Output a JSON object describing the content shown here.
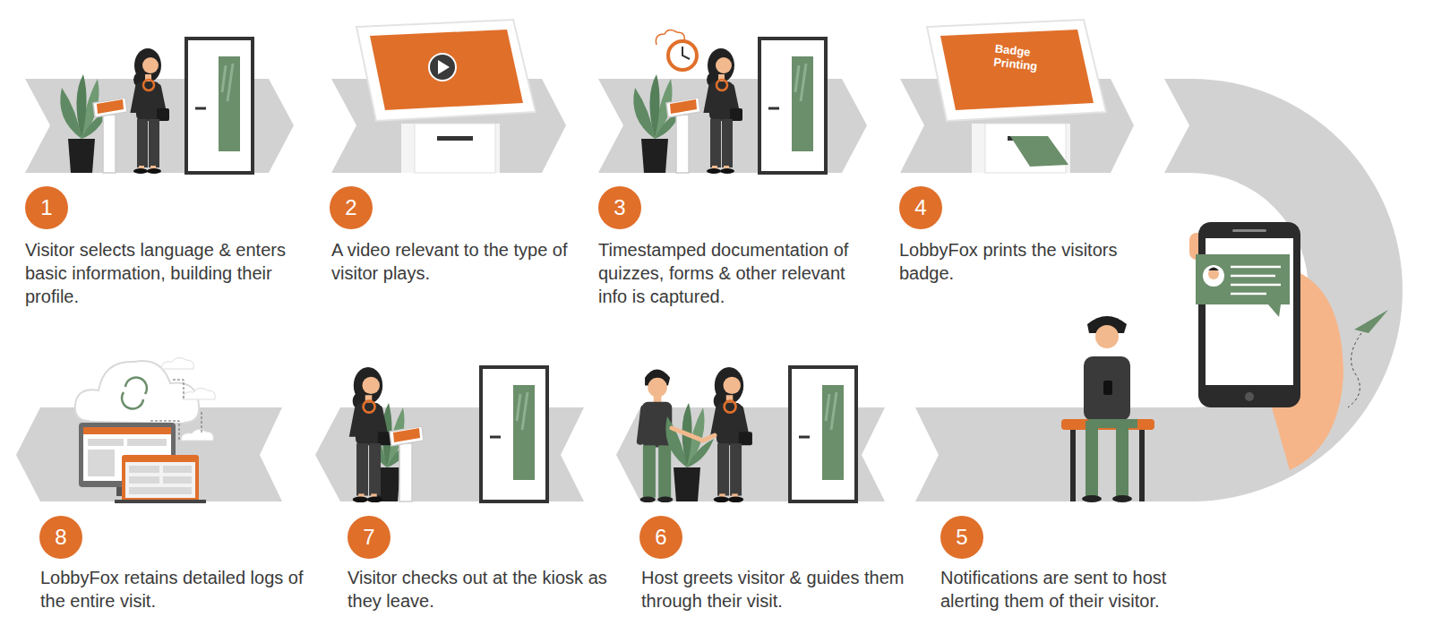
{
  "diagram": {
    "nodes": [
      {
        "text": [
          "1"
        ]
      },
      {
        "text": [
          "2"
        ]
      },
      {
        "text": [
          "3"
        ]
      },
      {
        "text": [
          "4"
        ]
      },
      {
        "text": [
          "5"
        ]
      },
      {
        "text": [
          "6"
        ]
      },
      {
        "text": [
          "7"
        ]
      },
      {
        "text": [
          "8"
        ]
      }
    ],
    "labels": [
      "Visitor selects language & enters basic information, building their profile.",
      "A video relevant to the type of visitor plays.",
      "Timestamped documentation of quizzes, forms & other relevant info is captured.",
      "Badge Printing",
      "LobbyFox prints the visitors badge.",
      "Notifications are sent to host alerting them of their visitor.",
      "Host greets visitor & guides them through their visit.",
      "Visitor checks out at the kiosk as they leave.",
      "LobbyFox retains detailed logs of the entire visit."
    ]
  }
}
